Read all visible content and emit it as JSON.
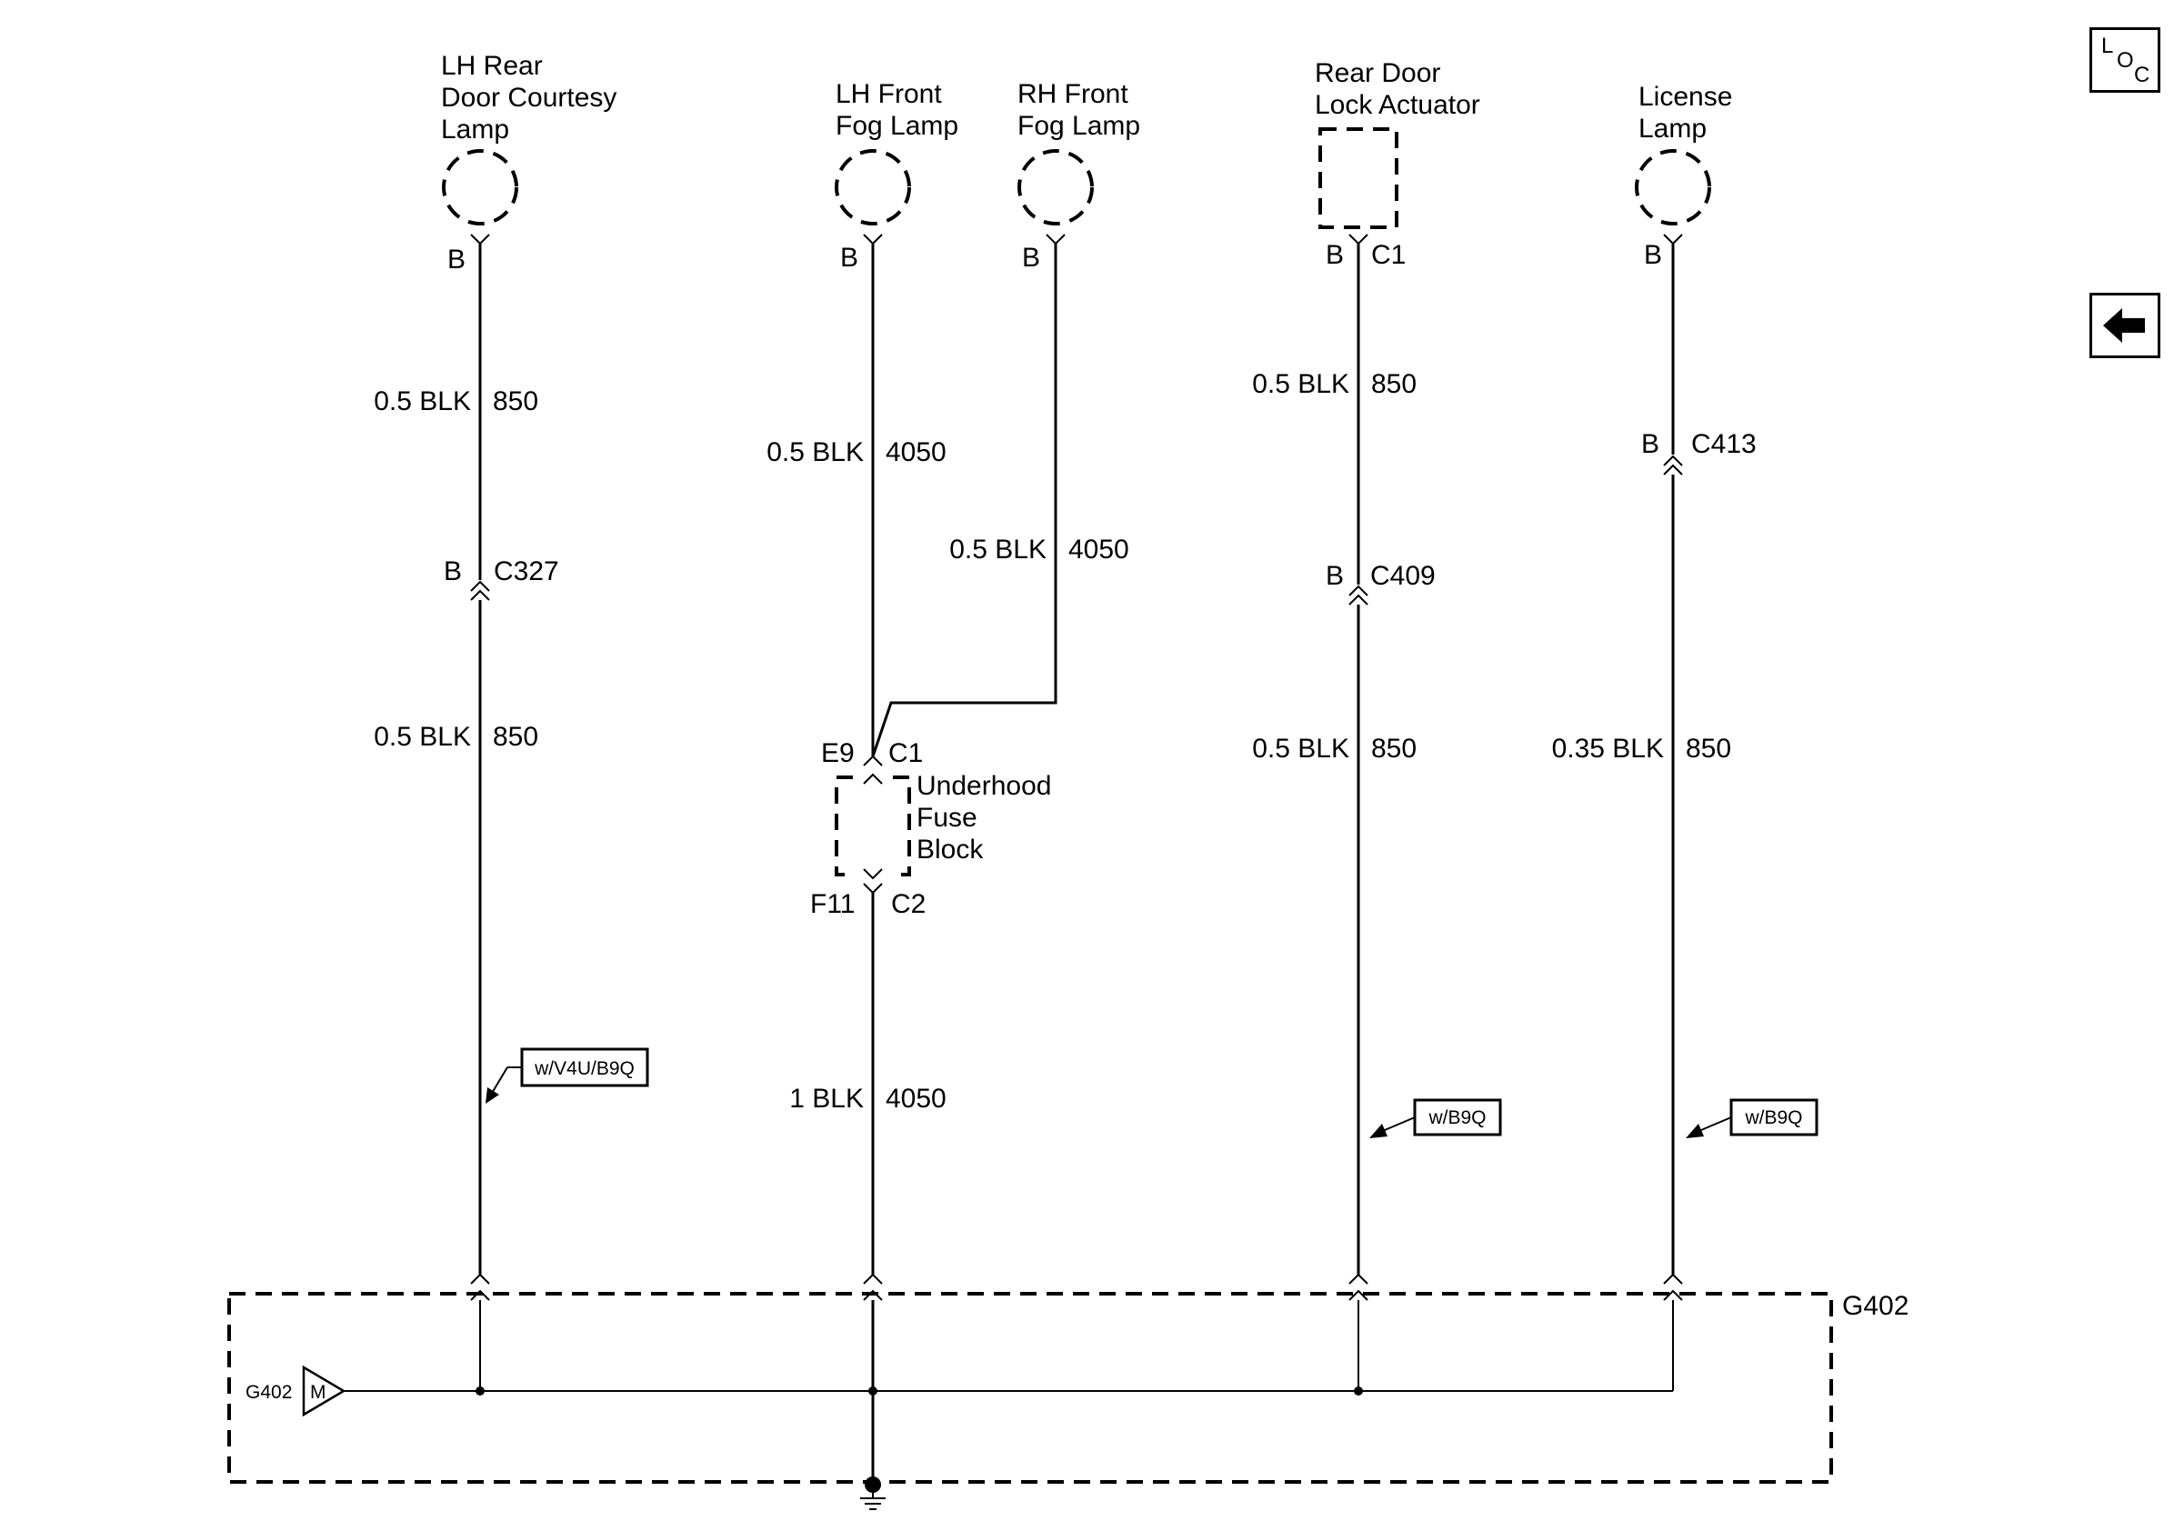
{
  "components": {
    "lh_rear_courtesy": {
      "line1": "LH Rear",
      "line2": "Door Courtesy",
      "line3": "Lamp",
      "pin": "B"
    },
    "lh_front_fog": {
      "line1": "LH Front",
      "line2": "Fog Lamp",
      "pin": "B"
    },
    "rh_front_fog": {
      "line1": "RH Front",
      "line2": "Fog Lamp",
      "pin": "B"
    },
    "rear_door_lock": {
      "line1": "Rear Door",
      "line2": "Lock Actuator",
      "pin": "B",
      "connector": "C1"
    },
    "license_lamp": {
      "line1": "License",
      "line2": "Lamp",
      "pin": "B"
    },
    "fuse_block": {
      "line1": "Underhood",
      "line2": "Fuse",
      "line3": "Block",
      "top_pin": "E9",
      "top_connector": "C1",
      "bottom_pin": "F11",
      "bottom_connector": "C2"
    }
  },
  "wires": {
    "c1_top": {
      "gauge": "0.5 BLK",
      "circuit": "850"
    },
    "c1_bottom": {
      "gauge": "0.5 BLK",
      "circuit": "850"
    },
    "c2_top": {
      "gauge": "0.5 BLK",
      "circuit": "4050"
    },
    "c2_bottom": {
      "gauge": "1 BLK",
      "circuit": "4050"
    },
    "c3": {
      "gauge": "0.5 BLK",
      "circuit": "4050"
    },
    "c4_top": {
      "gauge": "0.5 BLK",
      "circuit": "850"
    },
    "c4_bottom": {
      "gauge": "0.5 BLK",
      "circuit": "850"
    },
    "c5_bottom": {
      "gauge": "0.35 BLK",
      "circuit": "850"
    }
  },
  "connectors": {
    "c327": {
      "pin": "B",
      "name": "C327"
    },
    "c409": {
      "pin": "B",
      "name": "C409"
    },
    "c413": {
      "pin": "B",
      "name": "C413"
    }
  },
  "options": {
    "opt1": "w/V4U/B9Q",
    "opt2": "w/B9Q",
    "opt3": "w/B9Q"
  },
  "ground": {
    "box_label": "G402",
    "symbol_label": "G402",
    "symbol_letter": "M"
  },
  "nav": {
    "loc_letters": [
      "L",
      "O",
      "C"
    ],
    "back_icon": "left-arrow-icon"
  }
}
